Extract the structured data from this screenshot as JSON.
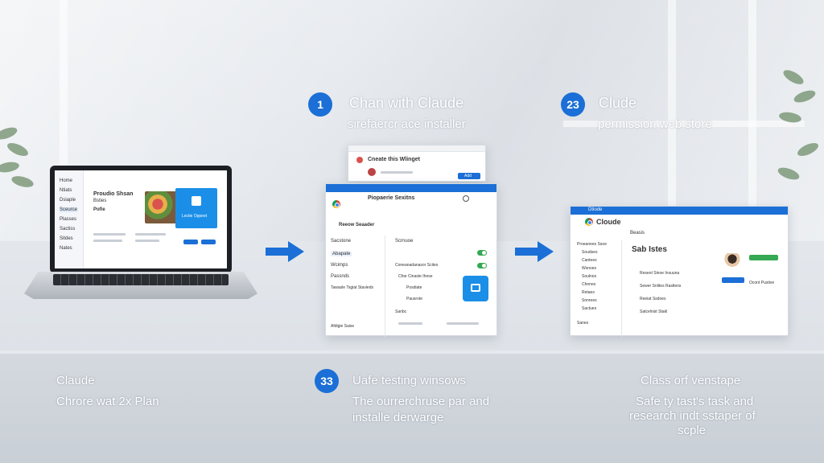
{
  "steps": {
    "step1": {
      "badge": "1",
      "title": "Chan with Claude",
      "subtitle": "sirefaercr ace installer"
    },
    "step2": {
      "badge": "23",
      "title": "Clude",
      "subtitle": "permission web store"
    },
    "step3": {
      "badge": "33",
      "title": "Uafe testing winsows",
      "line1": "The ourrerchruse par and",
      "line2": "installe derwarge"
    }
  },
  "bottom_left": {
    "title": "Claude",
    "subtitle": "Chrore wat 2x Plan"
  },
  "bottom_right": {
    "title": "Class orf venstape",
    "line1": "Safe ty tast's task and",
    "line2": "research indt sstaper of",
    "line3": "scple"
  },
  "laptop": {
    "header": "Proudio Shsan",
    "subheader": "Bsties",
    "card_label": "Pofie",
    "cta": "Lectie Oppeet",
    "sidebar": [
      "Home",
      "Ntiats",
      "Dsiaple",
      "Sceurce",
      "Plasses",
      "Sactiss",
      "Sitdes",
      "Nates"
    ]
  },
  "popup": {
    "title": "Cneate this Wlinget",
    "button": "Add"
  },
  "store_window": {
    "title": "Piopaerie Sexitns",
    "app_name": "Reeow Seaader",
    "section_a": "Scrnuoe",
    "section_b": "Coneanadanasor Scites",
    "left_items": [
      "Sacstone",
      "Abapate",
      "Wcimps",
      "Passnds",
      "Tawasle Tsgiat Stavieds"
    ],
    "labels": [
      "Posdiate",
      "Cfoe Cinaste Ihese",
      "Pausrote",
      "Sanbc"
    ],
    "footer": "Afdigie Saise"
  },
  "claude_window": {
    "tab": "Dtiode",
    "brand": "Cloude",
    "search": "Beasis",
    "heading": "Sab Istes",
    "line1": "Reseot Sinoe Insuuna",
    "line2": "Sewer Snlites Rastlens",
    "item1": "Reeiat Ssdoes",
    "item2": "Satcelnist Stakl",
    "cta": "Ocont Pustive",
    "nav": [
      "Proeanees Ssoe",
      "Soudses",
      "Cantees",
      "Wsnoes",
      "Soulnos",
      "Chnnes",
      "Retaes",
      "Snnrees",
      "Sactues",
      "Sanes"
    ]
  },
  "colors": {
    "accent": "#1b6fd6",
    "toggle_on": "#35a853"
  }
}
